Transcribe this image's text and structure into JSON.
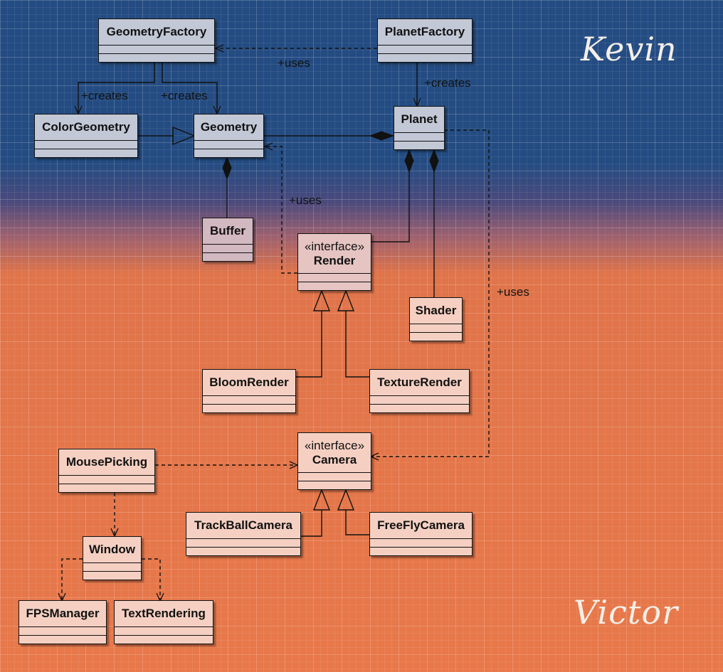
{
  "classes": {
    "geometry_factory": {
      "name": "GeometryFactory"
    },
    "planet_factory": {
      "name": "PlanetFactory"
    },
    "color_geometry": {
      "name": "ColorGeometry"
    },
    "geometry": {
      "name": "Geometry"
    },
    "planet": {
      "name": "Planet"
    },
    "buffer": {
      "name": "Buffer"
    },
    "render": {
      "stereotype": "«interface»",
      "name": "Render"
    },
    "shader": {
      "name": "Shader"
    },
    "bloom_render": {
      "name": "BloomRender"
    },
    "texture_render": {
      "name": "TextureRender"
    },
    "camera": {
      "stereotype": "«interface»",
      "name": "Camera"
    },
    "mouse_picking": {
      "name": "MousePicking"
    },
    "trackball_camera": {
      "name": "TrackBallCamera"
    },
    "freefly_camera": {
      "name": "FreeFlyCamera"
    },
    "window": {
      "name": "Window"
    },
    "fps_manager": {
      "name": "FPSManager"
    },
    "text_rendering": {
      "name": "TextRendering"
    }
  },
  "relations": {
    "uses": "+uses",
    "creates": "+creates"
  },
  "signatures": {
    "top": "Kevin",
    "bottom": "Victor"
  },
  "colors": {
    "band_top": "#244c82",
    "band_bottom": "#e8784a",
    "class_blue": "#c2c8d6",
    "class_pink": "#f5d0c2"
  }
}
